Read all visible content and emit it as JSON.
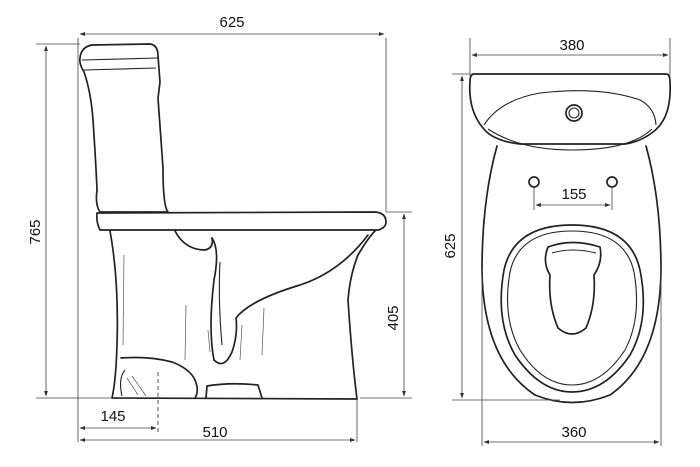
{
  "dimensions": {
    "side_total_length": "625",
    "side_total_height": "765",
    "side_seat_height": "405",
    "side_outlet_offset": "145",
    "side_base_length": "510",
    "top_tank_width": "380",
    "top_total_depth": "625",
    "top_bolt_spacing": "155",
    "top_bowl_width": "360"
  },
  "colors": {
    "line": "#222222",
    "background": "#ffffff"
  }
}
